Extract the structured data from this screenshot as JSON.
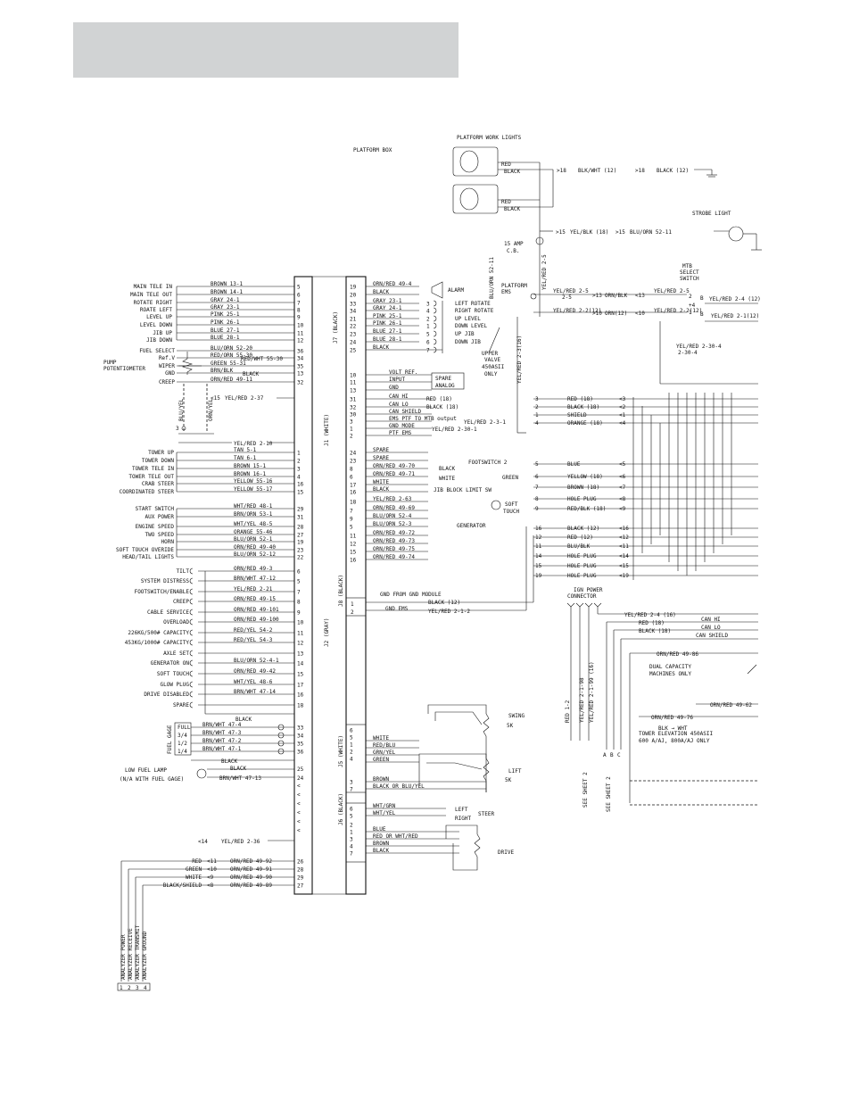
{
  "titles": {
    "platform_box": "PLATFORM BOX",
    "work_lights": "PLATFORM WORK LIGHTS",
    "strobe": "STROBE LIGHT",
    "mtb_select": [
      "MTB",
      "SELECT",
      "SWITCH"
    ],
    "platform_ems": [
      "PLATFORM",
      "EMS"
    ],
    "cb": [
      "15 AMP",
      "C.B."
    ],
    "ign_power": [
      "IGN POWER",
      "CONNECTOR"
    ],
    "dual_capacity": [
      "DUAL CAPACITY",
      "MACHINES ONLY"
    ],
    "tower_elev": [
      "TOWER ELEVATION 450ASII",
      "600 A/AJ, 800A/AJ ONLY"
    ]
  },
  "connectors": {
    "j1": "J1 (WHITE)",
    "j2": "J2 (GRAY)",
    "j7": "J7 (BLACK)",
    "j8": "J8 (BLACK)",
    "j5": "J5 (WHITE)",
    "j6": "J6 (BLACK)"
  },
  "left_labels": [
    {
      "l": "MAIN TELE IN",
      "w": "BROWN 13-1",
      "p": "5"
    },
    {
      "l": "MAIN TELE OUT",
      "w": "BROWN 14-1",
      "p": "6"
    },
    {
      "l": "ROTATE RIGHT",
      "w": "GRAY 24-1",
      "p": "7"
    },
    {
      "l": "ROATE LEFT",
      "w": "GRAY 23-1",
      "p": "8"
    },
    {
      "l": "LEVEL UP",
      "w": "PINK 25-1",
      "p": "9"
    },
    {
      "l": "LEVEL DOWN",
      "w": "PINK 26-1",
      "p": "10"
    },
    {
      "l": "JIB UP",
      "w": "BLUE 27-1",
      "p": "11"
    },
    {
      "l": "JIB DOWN",
      "w": "BLUE 28-1",
      "p": "12"
    },
    {
      "l": "FUEL SELECT",
      "w": "BLU/ORN 52-20",
      "p": "36"
    },
    {
      "l": "Ref.V",
      "w": "RED/ORN 55-30",
      "p": "34"
    },
    {
      "l": "WIPER",
      "w": "GREEN 55-31",
      "p": "35"
    },
    {
      "l": "GND",
      "w": "BRN/BLK",
      "p": "13"
    },
    {
      "l": "CREEP",
      "w": "ORN/RED 49-11",
      "p": "32"
    }
  ],
  "pot_label": [
    "PUMP",
    "POTENTIOMETER"
  ],
  "misc_wires": [
    "RED/WHT 55-30",
    "BLACK",
    "YEL/RED 2-37",
    "BLU/YEL",
    "ORN/YEL",
    "YEL/RED 2-10",
    "YEL/RED 2-36"
  ],
  "left_labels_2": [
    {
      "l": "TOWER UP",
      "w": "TAN 5-1",
      "p": "1"
    },
    {
      "l": "TOWER DOWN",
      "w": "TAN 6-1",
      "p": "2"
    },
    {
      "l": "TOWER TELE IN",
      "w": "BROWN 15-1",
      "p": "3"
    },
    {
      "l": "TOWER TELE OUT",
      "w": "BROWN 16-1",
      "p": "4"
    },
    {
      "l": "CRAB STEER",
      "w": "YELLOW 55-16",
      "p": "16"
    },
    {
      "l": "COORDINATED STEER",
      "w": "YELLOW 55-17",
      "p": "15"
    },
    {
      "l": "START SWITCH",
      "w": "WHT/RED 48-1",
      "p": "29"
    },
    {
      "l": "AUX POWER",
      "w": "BRN/ORN 53-1",
      "p": "31"
    },
    {
      "l": "ENGINE SPEED",
      "w": "WHT/YEL 48-5",
      "p": "28"
    },
    {
      "l": "TWO SPEED",
      "w": "ORANGE 55-46",
      "p": "27"
    },
    {
      "l": "HORN",
      "w": "BLU/ORN 52-1",
      "p": "19"
    },
    {
      "l": "SOFT TOUCH OVERIDE",
      "w": "ORN/RED 49-40",
      "p": "23"
    },
    {
      "l": "HEAD/TAIL LIGHTS",
      "w": "BLU/ORN 52-12",
      "p": "22"
    }
  ],
  "j2_labels": [
    {
      "l": "TILT",
      "w": "ORN/RED 49-3",
      "p": "6"
    },
    {
      "l": "SYSTEM DISTRESS",
      "w": "BRN/WHT 47-12",
      "p": "5"
    },
    {
      "l": "FOOTSWITCH/ENABLE",
      "w": "YEL/RED 2-21",
      "p": "7"
    },
    {
      "l": "CREEP",
      "w": "ORN/RED 49-15",
      "p": "8"
    },
    {
      "l": "CABLE SERVICE",
      "w": "ORN/RED 49-101",
      "p": "9"
    },
    {
      "l": "OVERLOAD",
      "w": "ORN/RED 49-100",
      "p": "10"
    },
    {
      "l": "226KG/500# CAPACITY",
      "w": "RED/YEL 54-2",
      "p": "11"
    },
    {
      "l": "453KG/1000# CAPACITY",
      "w": "RED/YEL 54-3",
      "p": "12"
    },
    {
      "l": "AXLE SET",
      "w": "",
      "p": "13"
    },
    {
      "l": "GENERATOR ON",
      "w": "BLU/ORN 52-4-1",
      "p": "14"
    },
    {
      "l": "SOFT TOUCH",
      "w": "ORN/RED 49-42",
      "p": "15"
    },
    {
      "l": "GLOW PLUG",
      "w": "WHT/YEL 48-6",
      "p": "17"
    },
    {
      "l": "DRIVE DISABLED",
      "w": "BRN/WHT 47-14",
      "p": "16"
    },
    {
      "l": "SPARE",
      "w": "",
      "p": "18"
    }
  ],
  "fuel_gage": {
    "title": "FUEL GAGE",
    "levels": [
      "FULL",
      "3/4",
      "1/2",
      "1/4"
    ],
    "wires": [
      "BRN/WHT 47-4",
      "BRN/WHT 47-3",
      "BRN/WHT 47-2",
      "BRN/WHT 47-1"
    ],
    "pins": [
      "33",
      "34",
      "35",
      "36"
    ],
    "black": "BLACK",
    "low_fuel": [
      "LOW FUEL LAMP",
      "(N/A WITH FUEL GAGE)"
    ],
    "low_wires": [
      "BLACK",
      "BRN/WHT 47-13"
    ],
    "low_pins": [
      "25",
      "24"
    ]
  },
  "analyzer": {
    "wires": [
      {
        "c": "RED",
        "n": "11",
        "w": "ORN/RED 49-92",
        "p": "26"
      },
      {
        "c": "GREEN",
        "n": "10",
        "w": "ORN/RED 49-91",
        "p": "28"
      },
      {
        "c": "WHITE",
        "n": "9",
        "w": "ORN/RED 49-90",
        "p": "29"
      },
      {
        "c": "BLACK/SHIELD",
        "n": "8",
        "w": "ORN/RED 49-89",
        "p": "27"
      }
    ],
    "labels": [
      "ANALYZER POWER",
      "ANALYZER RECEIVE",
      "ANALYZER TRANSMIT",
      "ANALYZER GROUND"
    ],
    "pins": [
      "1",
      "2",
      "3",
      "4"
    ],
    "yelred": "YEL/RED 2-36",
    "yelred_n": "14"
  },
  "j7_pins": [
    {
      "p": "19",
      "w": "ORN/RED 49-4"
    },
    {
      "p": "20",
      "w": "BLACK"
    },
    {
      "p": "33",
      "w": "GRAY 23-1",
      "n": "3",
      "f": "LEFT ROTATE"
    },
    {
      "p": "34",
      "w": "GRAY 24-1",
      "n": "4",
      "f": "RIGHT ROTATE"
    },
    {
      "p": "21",
      "w": "PINK 25-1",
      "n": "2",
      "f": "UP LEVEL"
    },
    {
      "p": "22",
      "w": "PINK 26-1",
      "n": "1",
      "f": "DOWN LEVEL"
    },
    {
      "p": "23",
      "w": "BLUE 27-1",
      "n": "5",
      "f": "UP JIB"
    },
    {
      "p": "24",
      "w": "BLUE 28-1",
      "n": "6",
      "f": "DOWN JIB"
    },
    {
      "p": "25",
      "w": "BLACK",
      "n": "7"
    }
  ],
  "alarm": "ALARM",
  "upper_valve": [
    "UPPER",
    "VALVE",
    "450ASII",
    "ONLY"
  ],
  "j7_mid": [
    {
      "p": "10",
      "w": "VOLT REF."
    },
    {
      "p": "11",
      "w": "INPUT"
    },
    {
      "p": "13",
      "w": "GND"
    },
    {
      "p": "31",
      "w": "CAN HI"
    },
    {
      "p": "32",
      "w": "CAN LO"
    },
    {
      "p": "30",
      "w": "CAN SHIELD"
    },
    {
      "p": "3",
      "w": "EMS PTF TO MTB output"
    },
    {
      "p": "1",
      "w": "GND MODE"
    },
    {
      "p": "2",
      "w": "PTF EMS"
    }
  ],
  "spare_analog": [
    "SPARE",
    "ANALOG"
  ],
  "can_wires": [
    "RED (18)",
    "BLACK (18)"
  ],
  "yelred_231": "YEL/RED 2-3-1",
  "yelred_2301": "YEL/RED 2-30-1",
  "j7_low": [
    {
      "p": "24",
      "w": "SPARE"
    },
    {
      "p": "23",
      "w": "SPARE"
    },
    {
      "p": "8",
      "w": "ORN/RED 49-70"
    },
    {
      "p": "6",
      "w": "ORN/RED 49-71"
    },
    {
      "p": "17",
      "w": "WHITE"
    },
    {
      "p": "16",
      "w": "BLACK"
    },
    {
      "p": "18",
      "w": "YEL/RED 2-63"
    },
    {
      "p": "7",
      "w": "ORN/RED 49-69"
    },
    {
      "p": "9",
      "w": "BLU/ORN 52-4"
    },
    {
      "p": "5",
      "w": "BLU/ORN 52-3"
    },
    {
      "p": "11",
      "w": "ORN/RED 49-72"
    },
    {
      "p": "12",
      "w": "ORN/RED 49-73"
    },
    {
      "p": "15",
      "w": "ORN/RED 49-75"
    },
    {
      "p": "16",
      "w": "ORN/RED 49-74"
    }
  ],
  "footswitch": {
    "label": "FOOTSWITCH 2",
    "black": "BLACK",
    "white": "WHITE",
    "green": "GREEN"
  },
  "jib_block": "JIB BLOCK LIMIT SW",
  "soft_touch": [
    "SOFT",
    "TOUCH"
  ],
  "generator": "GENERATOR",
  "wht_blk": [
    "WHT",
    "BLK",
    "WHT"
  ],
  "j8": {
    "gnd_module": "GND FROM GND MODULE",
    "black12": "BLACK (12)",
    "gnd_ems": "GND EMS",
    "yelred": "YEL/RED 2-1-2"
  },
  "j5": {
    "pins_a": [
      "6",
      "5",
      "1",
      "2",
      "4"
    ],
    "wires_a": [
      "WHITE",
      "RED/BLU",
      "GRN/YEL",
      "GREEN"
    ],
    "swing": [
      "SWING",
      "5K"
    ],
    "lift": [
      "LIFT",
      "5K"
    ],
    "pins_b": [
      "3",
      "7"
    ],
    "wires_b": [
      "BROWN",
      "BLACK OR BLU/YEL"
    ]
  },
  "j6": {
    "pins_a": [
      "6",
      "5"
    ],
    "wires_a": [
      "WHT/GRN",
      "WHT/YEL"
    ],
    "steer": [
      "LEFT",
      "RIGHT",
      "STEER"
    ],
    "pins_b": [
      "2",
      "1",
      "3",
      "4",
      "7"
    ],
    "wires_b": [
      "BLUE",
      "RED OR WHT/RED",
      "BROWN",
      "BLACK"
    ],
    "drive": "DRIVE"
  },
  "right_wires": [
    {
      "p": "3",
      "w": "RED (18)",
      "q": "3"
    },
    {
      "p": "2",
      "w": "BLACK (18)",
      "q": "2"
    },
    {
      "p": "1",
      "w": "SHIELD",
      "q": "1"
    },
    {
      "p": "4",
      "w": "ORANGE (18)",
      "q": "4"
    }
  ],
  "right_wires_2": [
    {
      "p": "5",
      "w": "BLUE",
      "q": "5"
    },
    {
      "p": "6",
      "w": "YELLOW (18)",
      "q": "6"
    },
    {
      "p": "7",
      "w": "BROWN (18)",
      "q": "7"
    },
    {
      "p": "8",
      "w": "HOLE PLUG",
      "q": "8"
    },
    {
      "p": "9",
      "w": "RED/BLK (18)",
      "q": "9"
    }
  ],
  "right_wires_3": [
    {
      "p": "16",
      "w": "BLACK (12)",
      "q": "16"
    },
    {
      "p": "12",
      "w": "RED (12)",
      "q": "12"
    },
    {
      "p": "11",
      "w": "BLU/BLK",
      "q": "11"
    },
    {
      "p": "14",
      "w": "HOLE PLUG",
      "q": "14"
    },
    {
      "p": "15",
      "w": "HOLE PLUG",
      "q": "15"
    },
    {
      "p": "19",
      "w": "HOLE PLUG",
      "q": "19"
    }
  ],
  "top_right": {
    "red": "RED",
    "black": "BLACK",
    "blk_wht": "BLK/WHT (12)",
    "black12": "BLACK (12)",
    "n18": "18",
    "yel_blk": "YEL/BLK (18)",
    "blu_orn": "BLU/ORN 52-11",
    "n15": "15",
    "blu_orn_v": "BLU/ORN 52-11",
    "yelred_v": "YEL/RED 2-5",
    "yelred_3": "YEL/RED 2-3(16)",
    "yelred_25": "YEL/RED 2-5",
    "orn_blk": "ORN/BLK",
    "yelred_25b": "YEL/RED 2-5",
    "yelred_212": "YEL/RED 2-2(12)",
    "orn_12": "ORN(12)",
    "yelred_22": "YEL/RED 2-2(12)",
    "yelred_24": "YEL/RED 2-4 (12)",
    "yelred_21": "YEL/RED 2-1(12)",
    "yelred_2304": "YEL/RED 2-30-4",
    "n13": "13",
    "n10": "10"
  },
  "ign": {
    "yelred_24": "YEL/RED 2-4 (16)",
    "red18": "RED (18)",
    "black18": "BLACK (18)",
    "can_hi": "CAN HI",
    "can_lo": "CAN LO",
    "can_shield": "CAN SHIELD",
    "orn_49_86": "ORN/RED 49-86",
    "orn_49_62": "ORN/RED 49-62",
    "orn_49_76": "ORN/RED 49-76",
    "blk_wht": "BLK → WHT",
    "vert": [
      "RED 1-2",
      "YEL/RED 2-1-98",
      "YEL/RED 2-1-99 (16)"
    ],
    "see_sheet": [
      "SEE SHEET 2",
      "SEE SHEET 2"
    ],
    "abc": [
      "A",
      "B",
      "C"
    ]
  }
}
